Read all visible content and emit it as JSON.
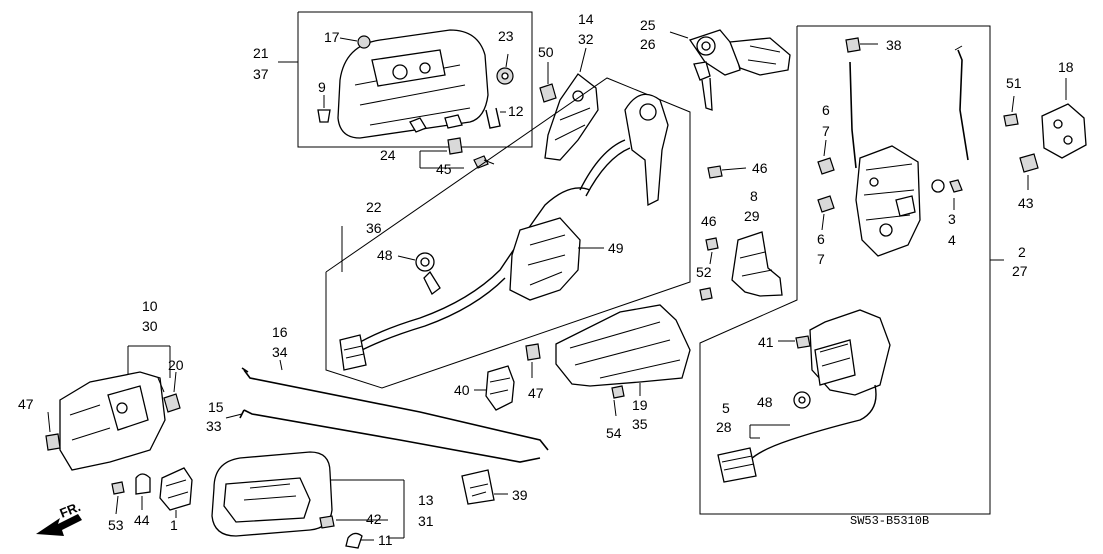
{
  "diagram": {
    "code": "SW53-B5310B",
    "direction": "FR.",
    "callouts": {
      "c17": "17",
      "c23": "23",
      "c21": "21",
      "c37": "37",
      "c9": "9",
      "c12": "12",
      "c24": "24",
      "c45": "45",
      "c50": "50",
      "c14": "14",
      "c32": "32",
      "c25": "25",
      "c26": "26",
      "c46a": "46",
      "c8": "8",
      "c29": "29",
      "c46b": "46",
      "c52": "52",
      "c22": "22",
      "c36": "36",
      "c49": "49",
      "c48a": "48",
      "c38": "38",
      "c6a": "6",
      "c7a": "7",
      "c6b": "6",
      "c7b": "7",
      "c3": "3",
      "c4": "4",
      "c2": "2",
      "c27": "27",
      "c51": "51",
      "c18": "18",
      "c43": "43",
      "c10": "10",
      "c30": "30",
      "c20": "20",
      "c47a": "47",
      "c16": "16",
      "c34": "34",
      "c15": "15",
      "c33": "33",
      "c40": "40",
      "c47b": "47",
      "c19": "19",
      "c35": "35",
      "c54": "54",
      "c41": "41",
      "c5": "5",
      "c28": "28",
      "c48b": "48",
      "c53": "53",
      "c44": "44",
      "c1": "1",
      "c13": "13",
      "c31": "31",
      "c42": "42",
      "c11": "11",
      "c39": "39"
    }
  }
}
